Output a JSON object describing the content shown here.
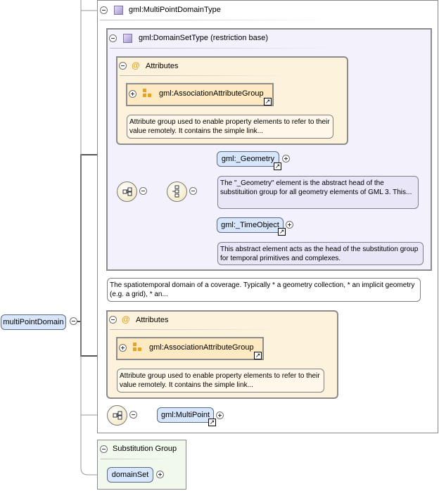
{
  "diagram": {
    "root_element": "multiPointDomain",
    "type_box": {
      "title": "gml:MultiPointDomainType"
    },
    "domain_set_box": {
      "title": "gml:DomainSetType (restriction base)"
    },
    "attributes_label": "Attributes",
    "attribute_group": "gml:AssociationAttributeGroup",
    "attribute_group_note": "Attribute group used to enable property elements to refer to their value remotely. It contains the simple link...",
    "geometry": {
      "name": "gml:_Geometry",
      "note": "The \"_Geometry\" element is the abstract head of the substituition group for all geometry elements of GML 3. This..."
    },
    "time_object": {
      "name": "gml:_TimeObject",
      "note": "This abstract element acts as the head of the substitution group for temporal primitives and complexes."
    },
    "domain_note": "The spatiotemporal domain of a coverage. Typically * a geometry collection, * an implicit geometry (e.g. a grid), * an...",
    "multipoint": {
      "name": "gml:MultiPoint"
    },
    "substitution_group": {
      "label": "Substitution Group",
      "member": "domainSet"
    },
    "link_glyph": "↗"
  }
}
